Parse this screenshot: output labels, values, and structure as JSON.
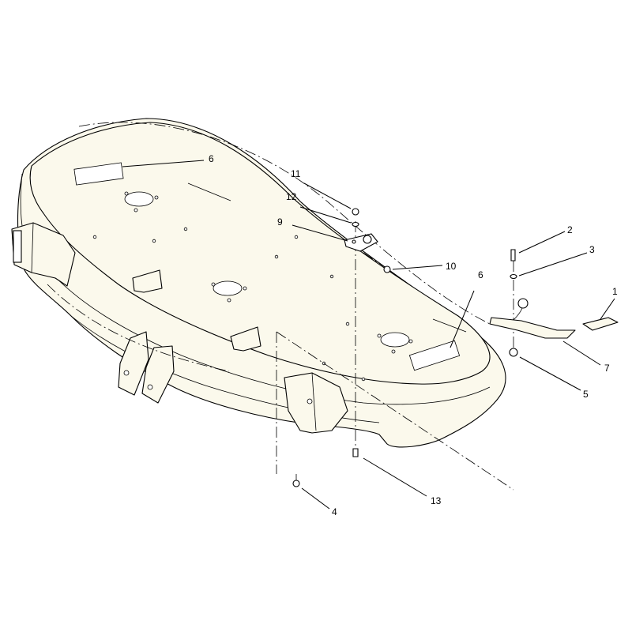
{
  "diagram": {
    "callouts": [
      {
        "key": "c1",
        "text": "1"
      },
      {
        "key": "c2",
        "text": "2"
      },
      {
        "key": "c3",
        "text": "3"
      },
      {
        "key": "c4",
        "text": "4"
      },
      {
        "key": "c5",
        "text": "5"
      },
      {
        "key": "c6a",
        "text": "6"
      },
      {
        "key": "c6b",
        "text": "6"
      },
      {
        "key": "c7",
        "text": "7"
      },
      {
        "key": "c9",
        "text": "9"
      },
      {
        "key": "c10",
        "text": "10"
      },
      {
        "key": "c11",
        "text": "11"
      },
      {
        "key": "c12",
        "text": "12"
      },
      {
        "key": "c13",
        "text": "13"
      }
    ],
    "colors": {
      "line": "#000000",
      "deck_fill": "#fbf9ec",
      "background": "#ffffff"
    }
  }
}
